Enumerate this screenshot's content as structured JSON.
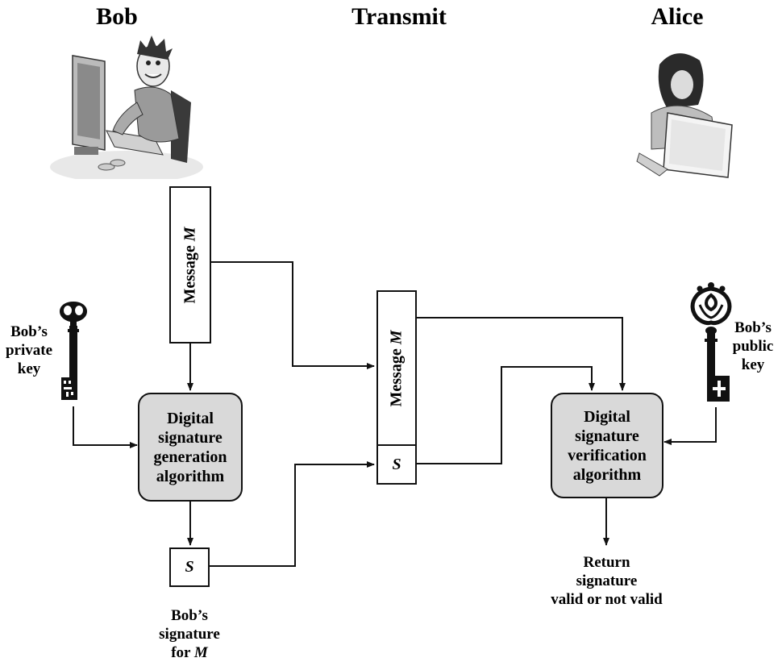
{
  "headers": {
    "bob": "Bob",
    "transmit": "Transmit",
    "alice": "Alice"
  },
  "sender": {
    "message_box": {
      "label": "Message ",
      "var": "M"
    },
    "private_key_label": [
      "Bob’s",
      "private",
      "key"
    ],
    "algorithm_label": [
      "Digital",
      "signature",
      "generation",
      "algorithm"
    ],
    "signature_box": "S",
    "signature_caption": [
      "Bob’s",
      "signature",
      "for "
    ],
    "signature_caption_var": "M"
  },
  "transmit": {
    "message_box": {
      "label": "Message ",
      "var": "M"
    },
    "signature_box": "S"
  },
  "receiver": {
    "public_key_label": [
      "Bob’s",
      "public",
      "key"
    ],
    "algorithm_label": [
      "Digital",
      "signature",
      "verification",
      "algorithm"
    ],
    "result_label": [
      "Return",
      "signature",
      "valid or not valid"
    ]
  },
  "icons": [
    "bob-at-computer-illustration",
    "alice-with-laptop-illustration",
    "private-key-icon",
    "public-key-icon"
  ],
  "colors": {
    "algorithm_fill": "#d9d9d9",
    "line": "#111111"
  }
}
